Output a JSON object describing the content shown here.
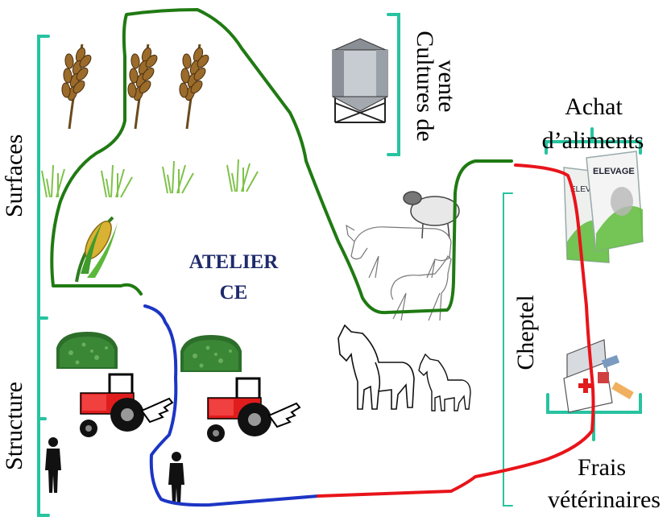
{
  "labels": {
    "surfaces": "Surfaces",
    "structure": "Structure",
    "cultures_de_vente_line1": "Cultures de",
    "cultures_de_vente_line2": "vente",
    "achat_line1": "Achat",
    "achat_line2": "d’aliments",
    "cheptel": "Cheptel",
    "frais_line1": "Frais",
    "frais_line2": "vétérinaires",
    "atelier_line1": "ATELIER",
    "atelier_line2": "CE"
  },
  "feed_bag_text": {
    "bag1": "ELEVAGE",
    "bag2": "ELEVAGE"
  },
  "colors": {
    "bracket": "#27c3a0",
    "green_line": "#1f7a12",
    "blue_line": "#1d35c4",
    "red_line": "#e8141a",
    "title_blue": "#1f2a6b"
  }
}
